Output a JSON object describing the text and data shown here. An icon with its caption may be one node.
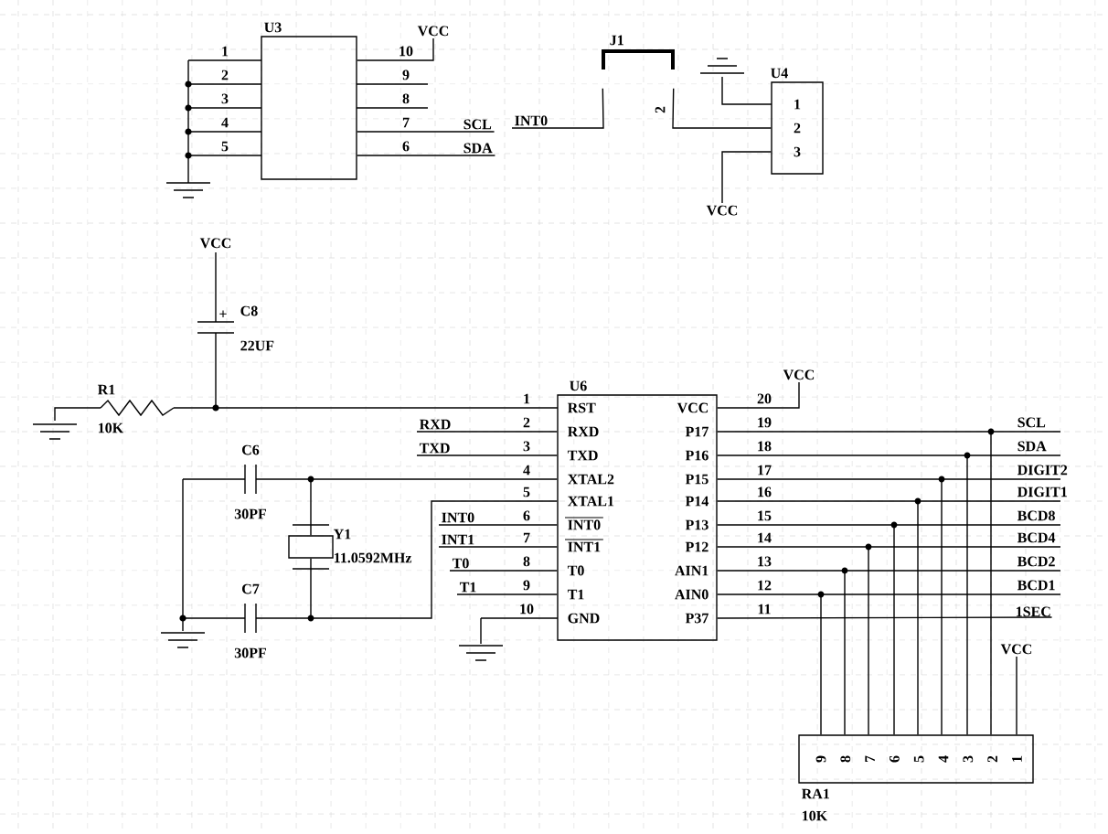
{
  "diagram": {
    "nodes": [
      {
        "text": [
          "U3"
        ],
        "beside": [
          "1",
          "2",
          "3",
          "4",
          "5",
          "10",
          "9",
          "8",
          "7",
          "6"
        ]
      },
      {
        "text": [
          "U4",
          "1",
          "2",
          "3"
        ]
      },
      {
        "text": [
          "U6",
          "RST",
          "RXD",
          "TXD",
          "XTAL2",
          "XTAL1",
          "INT0",
          "INT1",
          "T0",
          "T1",
          "GND",
          "VCC",
          "P17",
          "P16",
          "P15",
          "P14",
          "P13",
          "P12",
          "AIN1",
          "AIN0",
          "P37"
        ]
      },
      {
        "text": [
          "RA1",
          "10K",
          "9",
          "8",
          "7",
          "6",
          "5",
          "4",
          "3",
          "2",
          "1"
        ]
      },
      {
        "text": [
          "Y1",
          "11.0592MHz"
        ]
      },
      {
        "text": [
          "J1",
          "2"
        ]
      },
      {
        "text": [
          "INT0"
        ]
      },
      {
        "text": [
          "SCL"
        ]
      },
      {
        "text": [
          "SDA"
        ]
      },
      {
        "text": [
          "RXD"
        ]
      },
      {
        "text": [
          "TXD"
        ]
      },
      {
        "text": [
          "INT0"
        ]
      },
      {
        "text": [
          "INT1"
        ]
      },
      {
        "text": [
          "T0"
        ]
      },
      {
        "text": [
          "T1"
        ]
      },
      {
        "text": [
          "VCC"
        ]
      },
      {
        "text": [
          "1SEC"
        ]
      },
      {
        "text": [
          "VCC"
        ]
      },
      {
        "text": [
          "VCC"
        ]
      },
      {
        "text": [
          "VCC"
        ]
      }
    ],
    "edges": [
      {
        "from": 2,
        "to": 3,
        "arrow": "none"
      },
      {
        "from": 2,
        "to": 3,
        "arrow": "none"
      },
      {
        "from": 2,
        "to": 3,
        "arrow": "none"
      },
      {
        "from": 2,
        "to": 3,
        "arrow": "none"
      },
      {
        "from": 2,
        "to": 3,
        "arrow": "none"
      },
      {
        "from": 2,
        "to": 3,
        "arrow": "none"
      },
      {
        "from": 2,
        "to": 3,
        "arrow": "none"
      },
      {
        "from": 2,
        "to": 3,
        "arrow": "none"
      },
      {
        "from": 2,
        "to": 4,
        "arrow": "none"
      },
      {
        "from": 2,
        "to": 4,
        "arrow": "none"
      },
      {
        "from": 0,
        "to": 7,
        "arrow": "none"
      },
      {
        "from": 0,
        "to": 8,
        "arrow": "none"
      },
      {
        "from": 6,
        "to": 5,
        "arrow": "none"
      },
      {
        "from": 5,
        "to": 1,
        "arrow": "none"
      },
      {
        "from": 9,
        "to": 2,
        "arrow": "none"
      },
      {
        "from": 10,
        "to": 2,
        "arrow": "none"
      },
      {
        "from": 11,
        "to": 2,
        "arrow": "none"
      },
      {
        "from": 12,
        "to": 2,
        "arrow": "none"
      },
      {
        "from": 13,
        "to": 2,
        "arrow": "none"
      },
      {
        "from": 14,
        "to": 2,
        "arrow": "none"
      },
      {
        "from": 2,
        "to": 15,
        "arrow": "none"
      },
      {
        "from": 2,
        "to": 16,
        "arrow": "none"
      },
      {
        "from": 0,
        "to": 17,
        "arrow": "none"
      },
      {
        "from": 1,
        "to": 18,
        "arrow": "none"
      },
      {
        "from": 3,
        "to": 19,
        "arrow": "none"
      }
    ],
    "labels": [
      "VCC",
      "+",
      "C8",
      "22UF",
      "R1",
      "10K",
      "C6",
      "30PF",
      "C7",
      "30PF",
      "1",
      "2",
      "3",
      "4",
      "5",
      "6",
      "7",
      "8",
      "9",
      "10",
      "20",
      "19",
      "18",
      "17",
      "16",
      "15",
      "14",
      "13",
      "12",
      "11",
      "SCL",
      "SDA",
      "DIGIT2",
      "DIGIT1",
      "BCD8",
      "BCD4",
      "BCD2",
      "BCD1"
    ]
  }
}
